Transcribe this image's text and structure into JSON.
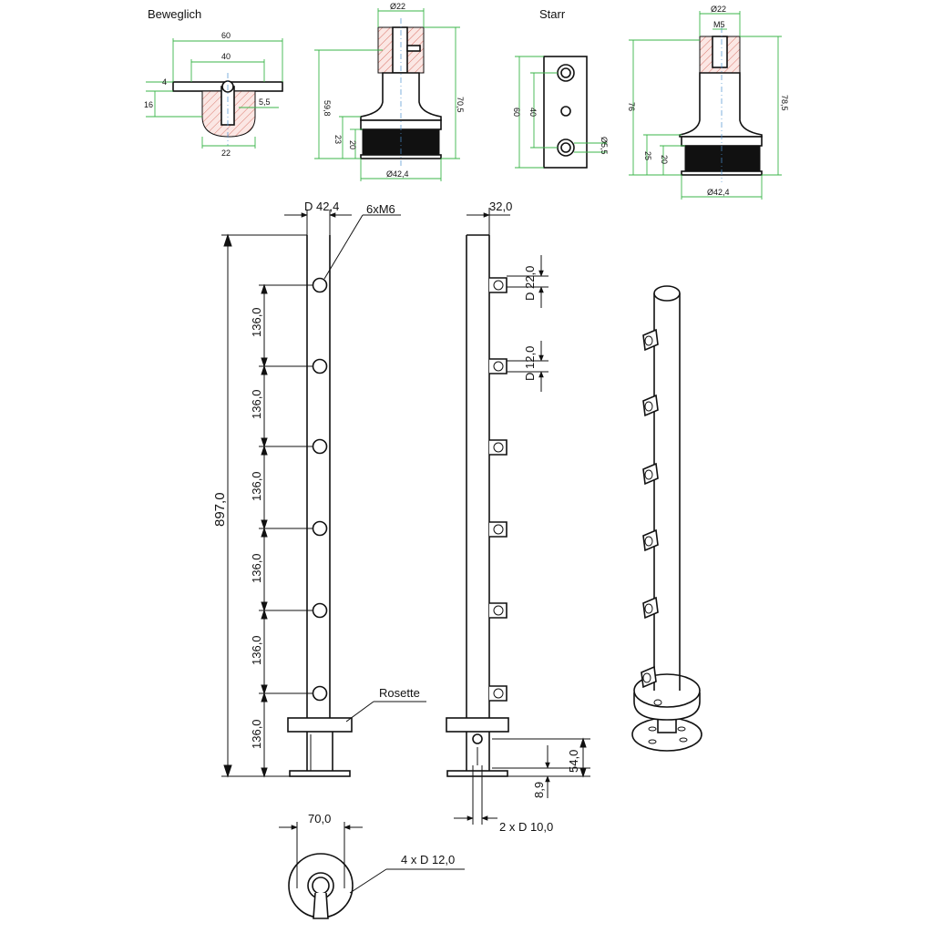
{
  "top_labels": {
    "beweglich": "Beweglich",
    "starr": "Starr"
  },
  "detail_beweglich_side": {
    "w60": "60",
    "w40": "40",
    "h4": "4",
    "h16": "16",
    "d5_5": "5,5",
    "w22": "22"
  },
  "detail_beweglich_front": {
    "d22": "Ø22",
    "h70_5": "70,5",
    "h59_8": "59,8",
    "h23": "23",
    "h20": "20",
    "d42_4": "Ø42,4"
  },
  "detail_starr_plate": {
    "h60": "60",
    "h40": "40",
    "d5_5": "Ø5,5"
  },
  "detail_starr_front": {
    "d22": "Ø22",
    "m5": "M5",
    "h76": "76",
    "h78_5": "78,5",
    "h25": "25",
    "h20": "20",
    "d42_4": "Ø42,4"
  },
  "main_front": {
    "diameter": "D 42,4",
    "holes": "6xM6",
    "total_height": "897,0",
    "spacings": [
      "136,0",
      "136,0",
      "136,0",
      "136,0",
      "136,0",
      "136,0"
    ],
    "rosette": "Rosette"
  },
  "main_side": {
    "width": "32,0",
    "d22": "D 22,0",
    "d12": "D 12,0",
    "h54": "54,0",
    "h8_9": "8,9",
    "holes2": "2 x D 10,0"
  },
  "base": {
    "width70": "70,0",
    "holes4": "4 x D 12,0"
  }
}
